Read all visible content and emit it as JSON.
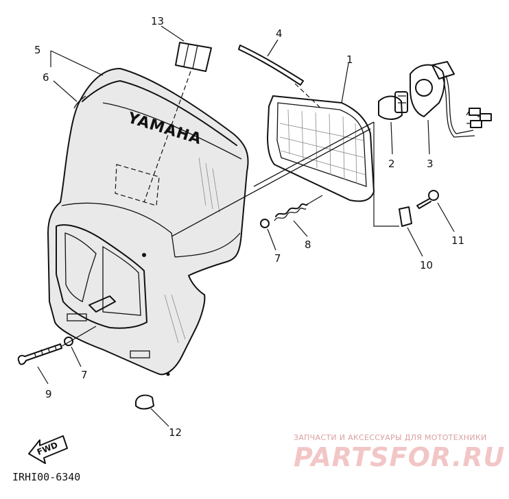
{
  "diagram": {
    "brand_text": "YAMAHA",
    "fwd_label": "FWD",
    "drawing_code": "IRHI00-6340",
    "callouts": {
      "c1": "1",
      "c2": "2",
      "c3": "3",
      "c4": "4",
      "c5": "5",
      "c6": "6",
      "c7a": "7",
      "c7b": "7",
      "c8": "8",
      "c9": "9",
      "c10": "10",
      "c11": "11",
      "c12": "12",
      "c13": "13"
    }
  },
  "watermark": {
    "subtitle": "ЗАПЧАСТИ И АКСЕССУАРЫ ДЛЯ МОТОТЕХНИКИ",
    "site": "PARTSFOR.RU"
  }
}
